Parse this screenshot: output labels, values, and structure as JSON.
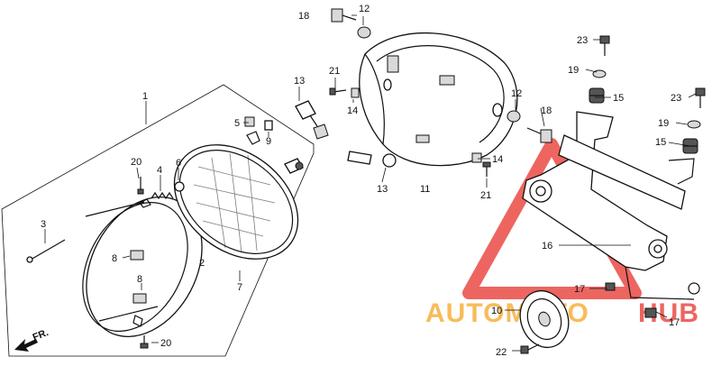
{
  "diagram": {
    "callouts": [
      {
        "id": "c1",
        "label": "1"
      },
      {
        "id": "c2",
        "label": "2"
      },
      {
        "id": "c3",
        "label": "3"
      },
      {
        "id": "c4",
        "label": "4"
      },
      {
        "id": "c5",
        "label": "5"
      },
      {
        "id": "c6",
        "label": "6"
      },
      {
        "id": "c7",
        "label": "7"
      },
      {
        "id": "c8a",
        "label": "8"
      },
      {
        "id": "c8b",
        "label": "8"
      },
      {
        "id": "c9",
        "label": "9"
      },
      {
        "id": "c10",
        "label": "10"
      },
      {
        "id": "c11",
        "label": "11"
      },
      {
        "id": "c12a",
        "label": "12"
      },
      {
        "id": "c12b",
        "label": "12"
      },
      {
        "id": "c13a",
        "label": "13"
      },
      {
        "id": "c13b",
        "label": "13"
      },
      {
        "id": "c14a",
        "label": "14"
      },
      {
        "id": "c14b",
        "label": "14"
      },
      {
        "id": "c15a",
        "label": "15"
      },
      {
        "id": "c15b",
        "label": "15"
      },
      {
        "id": "c16",
        "label": "16"
      },
      {
        "id": "c17a",
        "label": "17"
      },
      {
        "id": "c17b",
        "label": "17"
      },
      {
        "id": "c18a",
        "label": "18"
      },
      {
        "id": "c18b",
        "label": "18"
      },
      {
        "id": "c19a",
        "label": "19"
      },
      {
        "id": "c19b",
        "label": "19"
      },
      {
        "id": "c20a",
        "label": "20"
      },
      {
        "id": "c20b",
        "label": "20"
      },
      {
        "id": "c21a",
        "label": "21"
      },
      {
        "id": "c21b",
        "label": "21"
      },
      {
        "id": "c22",
        "label": "22"
      },
      {
        "id": "c23a",
        "label": "23"
      },
      {
        "id": "c23b",
        "label": "23"
      }
    ],
    "direction_label": "FR.",
    "watermark": {
      "part1": "AUTOMOTO",
      "part2": "HUB",
      "color": "#e8322b",
      "accent": "#f5a623"
    }
  }
}
